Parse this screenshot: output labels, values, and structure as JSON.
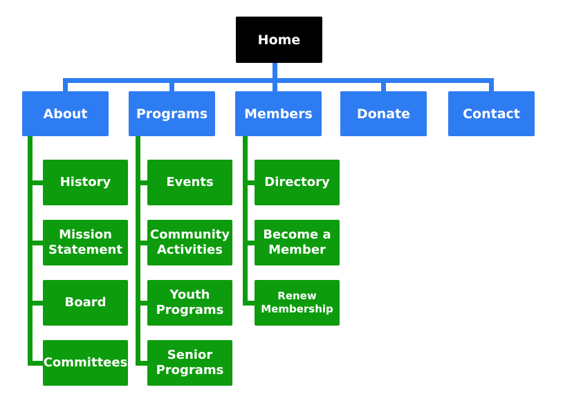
{
  "diagram": {
    "type": "sitemap-tree",
    "colors": {
      "root_fill": "#000000",
      "level1_fill": "#2E7CF2",
      "level2_fill": "#0D9C0D",
      "label_text": "#FFFFFF"
    },
    "root": {
      "label": "Home"
    },
    "branches": [
      {
        "label": "About",
        "children": [
          {
            "label": "History"
          },
          {
            "label": "Mission Statement"
          },
          {
            "label": "Board"
          },
          {
            "label": "Committees"
          }
        ]
      },
      {
        "label": "Programs",
        "children": [
          {
            "label": "Events"
          },
          {
            "label": "Community Activities"
          },
          {
            "label": "Youth Programs"
          },
          {
            "label": "Senior Programs"
          }
        ]
      },
      {
        "label": "Members",
        "children": [
          {
            "label": "Directory"
          },
          {
            "label": "Become a Member"
          },
          {
            "label": "Renew Membership"
          }
        ]
      },
      {
        "label": "Donate",
        "children": []
      },
      {
        "label": "Contact",
        "children": []
      }
    ]
  }
}
